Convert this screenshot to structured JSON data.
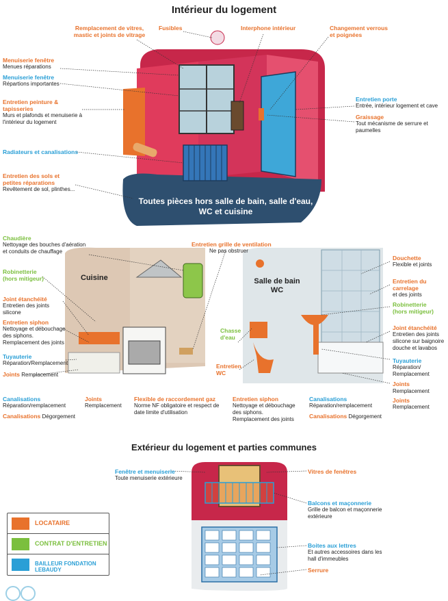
{
  "titles": {
    "interior": "Intérieur du logement",
    "exterior": "Extérieur du logement et parties communes"
  },
  "scene": {
    "main_floor": "Toutes pièces hors salle de bain, salle d'eau, WC et cuisine",
    "kitchen": "Cuisine",
    "bathroom": "Salle de bain WC"
  },
  "colors": {
    "locataire": "#e8722c",
    "contrat": "#7bbf3e",
    "bailleur": "#2a9fd6"
  },
  "legend": [
    {
      "label": "LOCATAIRE",
      "color": "#e8722c"
    },
    {
      "label": "CONTRAT D'ENTRETIEN",
      "color": "#7bbf3e"
    },
    {
      "label": "BAILLEUR FONDATION LEBAUDY",
      "color": "#2a9fd6"
    }
  ],
  "interior": {
    "vitres": {
      "h": "Remplacement de vitres, mastic et joints de vitrage"
    },
    "fusibles": {
      "h": "Fusibles"
    },
    "interphone": {
      "h": "Interphone intérieur"
    },
    "verrous": {
      "h": "Changement verrous et poignées"
    },
    "menuiserie1": {
      "h": "Menuiserie fenêtre",
      "t": "Menues réparations"
    },
    "menuiserie2": {
      "h": "Menuiserie fenêtre",
      "t": "Répartions importantes"
    },
    "peinture": {
      "h": "Entretien peinture & tapisseries",
      "t": "Murs et plafonds et menuiserie à l'intérieur du logement"
    },
    "porte": {
      "h": "Entretien porte",
      "t": "Entrée, intérieur logement et cave"
    },
    "graissage": {
      "h": "Graissage",
      "t": "Tout mécanisme de serrure et paumelles"
    },
    "radiateurs": {
      "h": "Radiateurs et canalisations"
    },
    "sols": {
      "h": "Entretien des sols et petites réparations",
      "t": "Revêtement de sol, plinthes..."
    }
  },
  "kitchen": {
    "chaudiere": {
      "h": "Chaudière",
      "t": "Nettoyage des bouches d'aération et conduits de chauffage"
    },
    "grille": {
      "h": "Entretien grille de ventilation",
      "t": "Ne pas obstruer"
    },
    "robinetterie": {
      "h": "Robinetterie (hors mitigeur)"
    },
    "joint": {
      "h": "Joint étanchéité",
      "t": "Entretien des joints silicone"
    },
    "siphon": {
      "h": "Entretien siphon",
      "t": "Nettoyage et débouchage des siphons. Remplacement des joints"
    },
    "tuyauterie": {
      "h": "Tuyauterie",
      "t": "Réparation/Remplacement"
    },
    "joints": {
      "h": "Joints",
      "t": "Remplacement"
    },
    "canal1": {
      "h": "Canalisations",
      "t": "Réparation/remplacement"
    },
    "canal2": {
      "h": "Canalisations",
      "t": "Dégorgement"
    },
    "joints2": {
      "h": "Joints",
      "t": "Remplacement"
    },
    "flexible": {
      "h": "Flexible de raccordement gaz",
      "t": "Norme NF obligatoire et respect de date limite d'utilisation"
    }
  },
  "bath": {
    "douchette": {
      "h": "Douchette",
      "t": "Flexible et joints"
    },
    "carrelage": {
      "h": "Entretien du carrelage",
      "t": "et des joints"
    },
    "robinetterie": {
      "h": "Robinetterie (hors mitigeur)"
    },
    "joint": {
      "h": "Joint étanchéité",
      "t": "Entretien des joints silicone sur baignoire douche et lavabos"
    },
    "tuyauterie": {
      "h": "Tuyauterie",
      "t": "Réparation/ Remplacement"
    },
    "joints": {
      "h": "Joints",
      "t": "Remplacement"
    },
    "joints2": {
      "h": "Joints",
      "t": "Remplacement"
    },
    "chasse": {
      "h": "Chasse d'eau"
    },
    "wc": {
      "h": "Entretien WC"
    },
    "siphon": {
      "h": "Entretien siphon",
      "t": "Nettoyage et débouchage des siphons. Remplacement des joints"
    },
    "canal1": {
      "h": "Canalisations",
      "t": "Réparation/remplacement"
    },
    "canal2": {
      "h": "Canalisations",
      "t": "Dégorgement"
    }
  },
  "exterior": {
    "fenetre": {
      "h": "Fenêtre et menuiserie",
      "t": "Toute menuiserie extérieure"
    },
    "vitres": {
      "h": "Vitres de fenêtres"
    },
    "balcons": {
      "h": "Balcons et maçonnerie",
      "t": "Grille de balcon et maçonnerie extérieure"
    },
    "boites": {
      "h": "Boites aux lettres",
      "t": "Et autres accessoires dans les hall d'immeubles"
    },
    "serrure": {
      "h": "Serrure"
    }
  }
}
